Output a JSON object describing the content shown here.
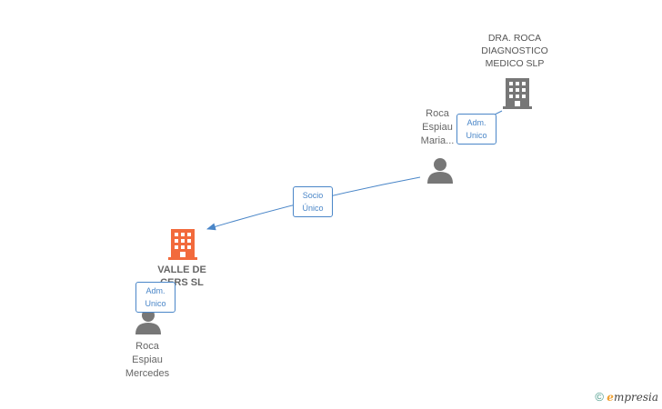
{
  "nodes": {
    "dra_roca": {
      "lines": [
        "DRA.  ROCA",
        "DIAGNOSTICO",
        "MEDICO SLP"
      ],
      "icon": "building-icon"
    },
    "roca_maria": {
      "lines": [
        "Roca",
        "Espiau",
        "Maria..."
      ],
      "icon": "person-icon"
    },
    "valle_de_cers": {
      "lines": [
        "VALLE DE",
        "CERS SL"
      ],
      "icon": "building-icon"
    },
    "roca_mercedes": {
      "lines": [
        "Roca",
        "Espiau",
        "Mercedes"
      ],
      "icon": "person-icon"
    }
  },
  "edges": {
    "adm_top": {
      "lines": [
        "Adm.",
        "Unico"
      ]
    },
    "socio": {
      "lines": [
        "Socio",
        "Único"
      ]
    },
    "adm_bottom": {
      "lines": [
        "Adm.",
        "Unico"
      ]
    }
  },
  "colors": {
    "main_company": "#f26a3c",
    "company": "#777777",
    "person": "#777777",
    "edge": "#4a86c8"
  },
  "footer": {
    "copyright": "©",
    "brand_initial": "e",
    "brand_rest": "mpresia"
  }
}
